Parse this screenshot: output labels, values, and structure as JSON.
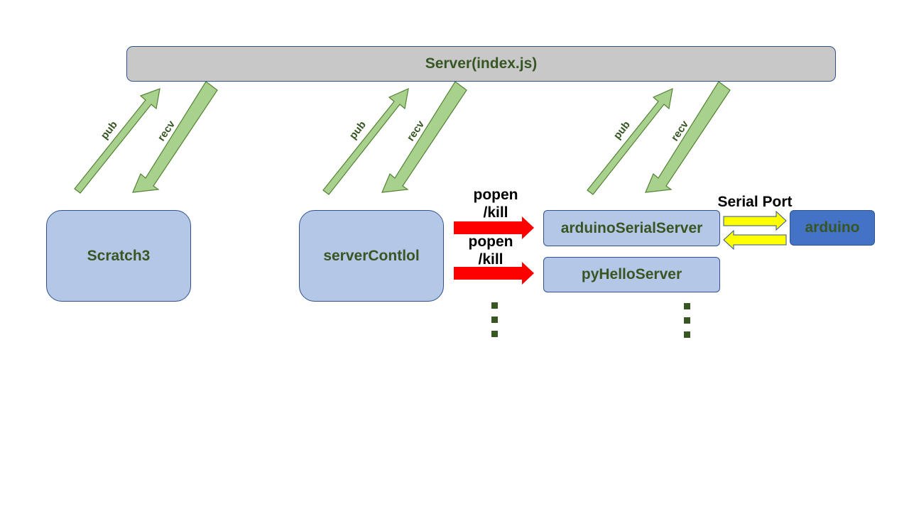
{
  "server": {
    "label": "Server(index.js)"
  },
  "clients": {
    "scratch": "Scratch3",
    "control": "serverContlol"
  },
  "services": {
    "serial": "arduinoSerialServer",
    "hello": "pyHelloServer"
  },
  "device": {
    "label": "arduino"
  },
  "edges": {
    "pub": "pub",
    "recv": "recv",
    "popen_kill": "popen\n/kill",
    "serial_port": "Serial Port"
  },
  "colors": {
    "pub_recv_arrow": "#a9d18e",
    "popen_arrow": "#ff0000",
    "serial_arrow": "#ffff00",
    "ellipsis": "#375623"
  }
}
